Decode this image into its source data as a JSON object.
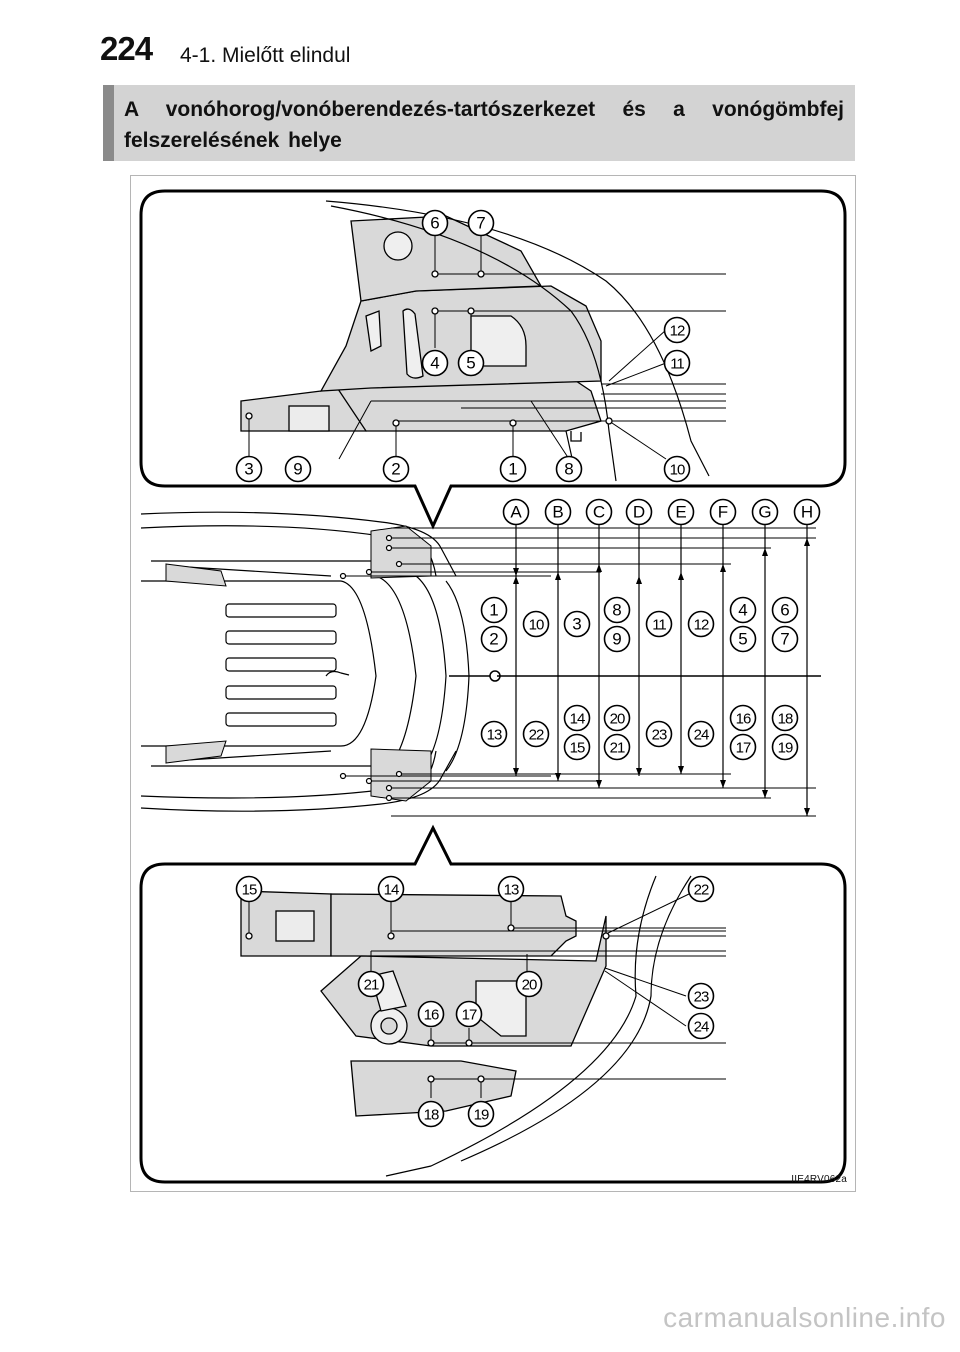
{
  "header": {
    "page_number": "224",
    "chapter": "4-1. Mielőtt elindul"
  },
  "section": {
    "title": "A vonóhorog/vonóberendezés-tartószerkezet és a vonógömbfej felszerelésének helye"
  },
  "figure": {
    "code": "IIE4RV062a",
    "top_callouts": [
      "6",
      "7",
      "12",
      "4",
      "5",
      "11",
      "3",
      "9",
      "2",
      "1",
      "8",
      "10"
    ],
    "column_letters": [
      "A",
      "B",
      "C",
      "D",
      "E",
      "F",
      "G",
      "H"
    ],
    "upper_numbers": [
      [
        "1",
        "2"
      ],
      [
        "10"
      ],
      [
        "3"
      ],
      [
        "8",
        "9"
      ],
      [
        "11"
      ],
      [
        "12"
      ],
      [
        "4",
        "5"
      ],
      [
        "6",
        "7"
      ]
    ],
    "lower_numbers": [
      [
        "13"
      ],
      [
        "22"
      ],
      [
        "14",
        "15"
      ],
      [
        "20",
        "21"
      ],
      [
        "23"
      ],
      [
        "24"
      ],
      [
        "16",
        "17"
      ],
      [
        "18",
        "19"
      ]
    ],
    "bottom_callouts": [
      "15",
      "14",
      "13",
      "22",
      "21",
      "20",
      "23",
      "16",
      "17",
      "24",
      "18",
      "19"
    ]
  },
  "watermark": "carmanualsonline.info"
}
